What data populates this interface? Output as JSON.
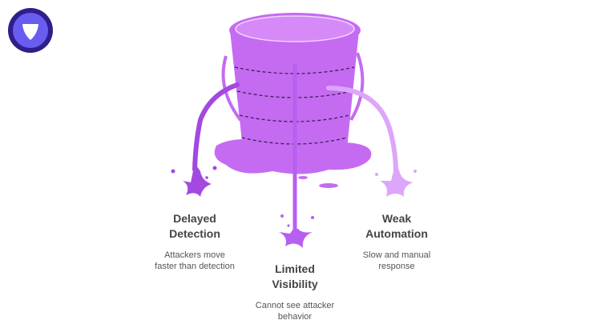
{
  "colors": {
    "bucket": "#c56bf2",
    "bucket_dark": "#a94fe0",
    "rim_inner": "#e7b8ff",
    "stream_left": "#a348e0",
    "stream_center": "#b75ff0",
    "stream_right": "#dca6fb",
    "logo_outer": "#2f1f8a",
    "logo_inner": "#6a5cf0",
    "text": "#444444"
  },
  "logo": {
    "icon": "shield-v-logo-icon"
  },
  "diagram": {
    "leaks": [
      {
        "id": "delayed-detection",
        "title_lines": [
          "Delayed",
          "Detection"
        ],
        "desc_lines": [
          "Attackers move",
          "faster than detection"
        ]
      },
      {
        "id": "limited-visibility",
        "title_lines": [
          "Limited",
          "Visibility"
        ],
        "desc_lines": [
          "Cannot see attacker",
          "behavior"
        ]
      },
      {
        "id": "weak-automation",
        "title_lines": [
          "Weak",
          "Automation"
        ],
        "desc_lines": [
          "Slow and manual",
          "response"
        ]
      }
    ]
  }
}
